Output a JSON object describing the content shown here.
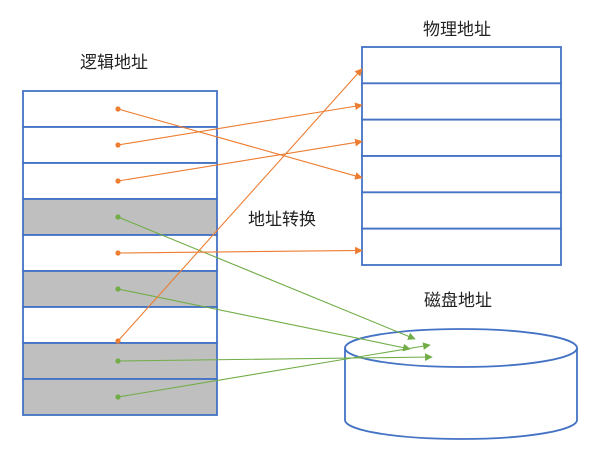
{
  "labels": {
    "logical": "逻辑地址",
    "physical": "物理地址",
    "translation": "地址转换",
    "disk": "磁盘地址"
  },
  "colors": {
    "border": "#4472c4",
    "shaded": "#bfbfbf",
    "memory_arrow": "#ed7d31",
    "disk_arrow": "#70ad47"
  },
  "logical_pages": [
    {
      "shaded": false,
      "target": "physical",
      "frame": 3
    },
    {
      "shaded": false,
      "target": "physical",
      "frame": 1
    },
    {
      "shaded": false,
      "target": "physical",
      "frame": 2
    },
    {
      "shaded": true,
      "target": "disk",
      "slot": 0
    },
    {
      "shaded": false,
      "target": "physical",
      "frame": 5
    },
    {
      "shaded": true,
      "target": "disk",
      "slot": 1
    },
    {
      "shaded": false,
      "target": "physical",
      "frame": 0
    },
    {
      "shaded": true,
      "target": "disk",
      "slot": 2
    },
    {
      "shaded": true,
      "target": "disk",
      "slot": 3
    }
  ],
  "physical_frame_count": 6
}
